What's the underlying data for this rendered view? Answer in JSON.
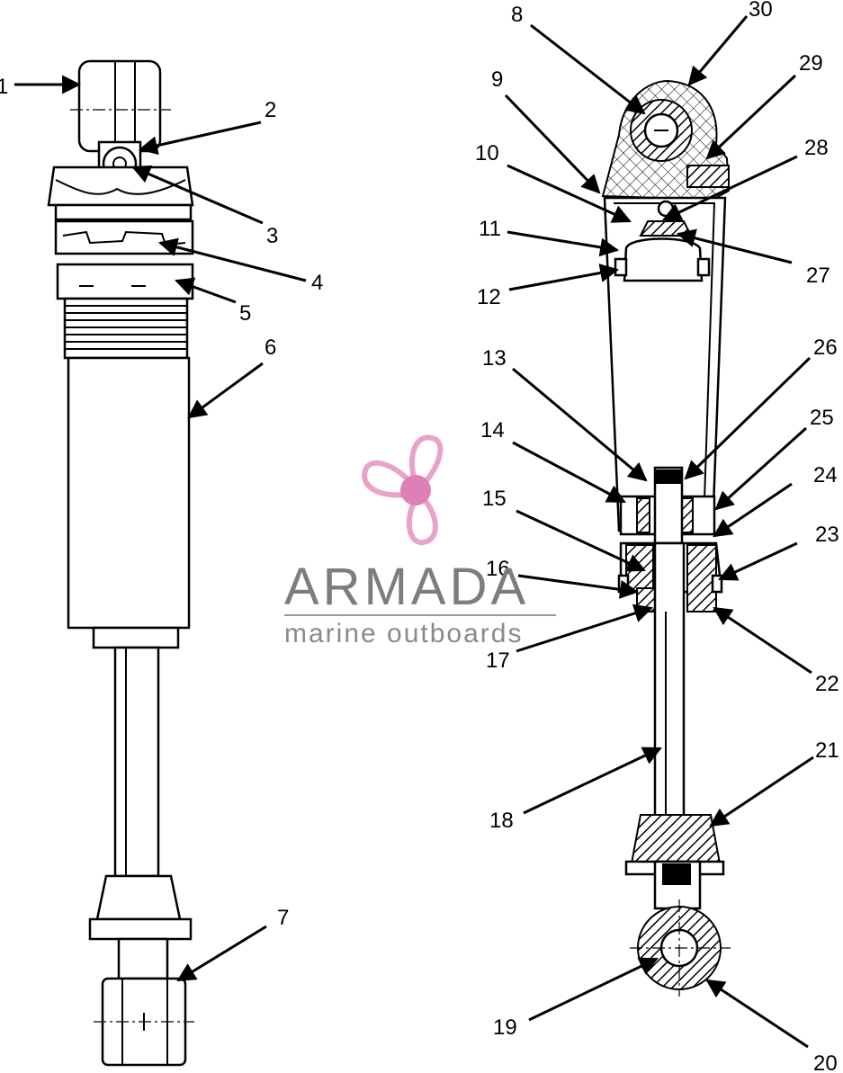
{
  "callouts": [
    "1",
    "2",
    "3",
    "4",
    "5",
    "6",
    "7",
    "8",
    "9",
    "10",
    "11",
    "12",
    "13",
    "14",
    "15",
    "16",
    "17",
    "18",
    "19",
    "20",
    "21",
    "22",
    "23",
    "24",
    "25",
    "26",
    "27",
    "28",
    "29",
    "30"
  ],
  "watermark": {
    "brand": "ARMADA",
    "tagline": "marine outboards",
    "logo_color": "#e9a3c9",
    "logo_hub_color": "#de7fb6",
    "text_color": "#7d7d7d"
  }
}
